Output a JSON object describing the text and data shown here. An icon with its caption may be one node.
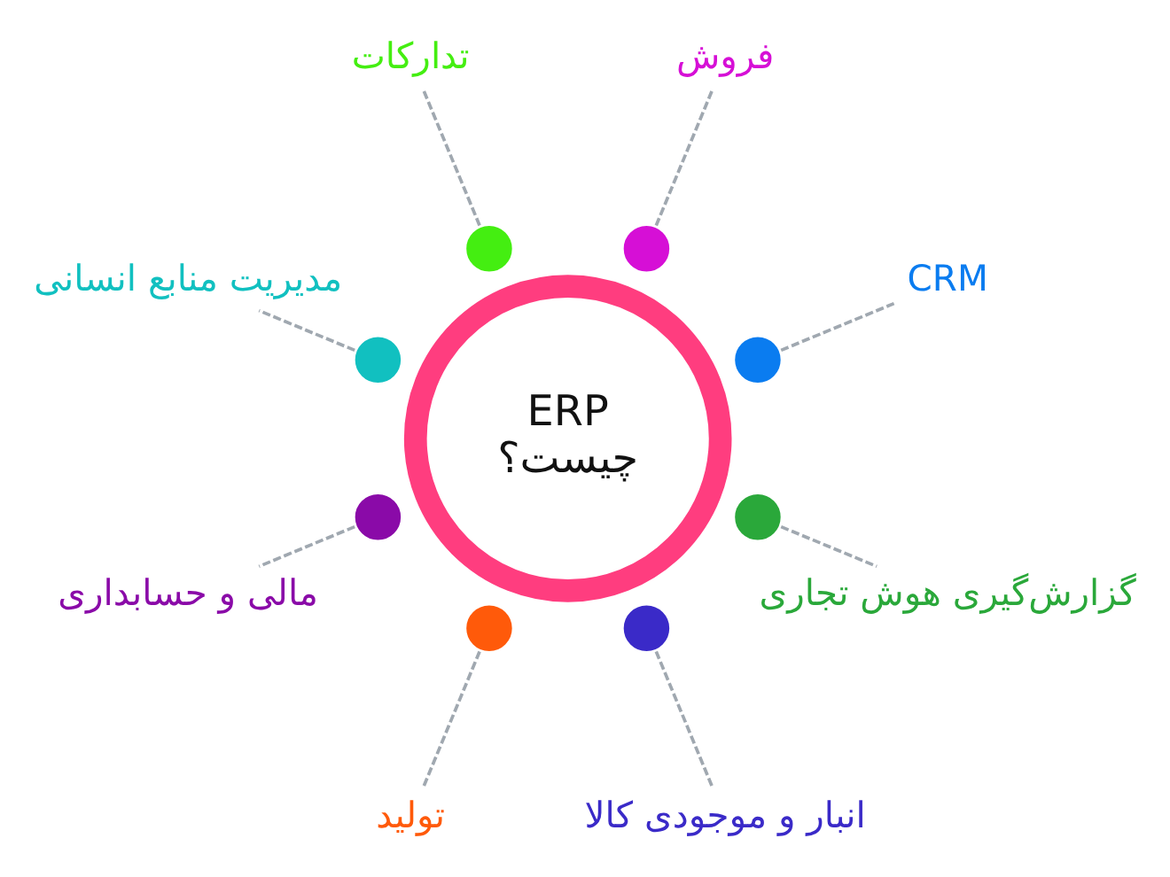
{
  "diagram": {
    "nodes": [
      {
        "text": [
          "ERP",
          "چیست؟"
        ]
      },
      {
        "text": [],
        "shape": "circle"
      },
      {
        "text": [],
        "shape": "circle"
      },
      {
        "text": [],
        "shape": "circle"
      },
      {
        "text": [],
        "shape": "circle"
      },
      {
        "text": [],
        "shape": "circle"
      },
      {
        "text": [],
        "shape": "circle"
      },
      {
        "text": [],
        "shape": "circle"
      },
      {
        "text": [],
        "shape": "circle"
      },
      {
        "text": [
          "CRM"
        ]
      },
      {
        "text": [
          "فروش"
        ]
      },
      {
        "text": [
          "تدارکات"
        ]
      },
      {
        "text": [
          "مدیریت منابع انسانی"
        ]
      },
      {
        "text": [
          "مالی و حسابداری"
        ]
      },
      {
        "text": [
          "تولید"
        ]
      },
      {
        "text": [
          "انبار و موجودی کالا"
        ]
      },
      {
        "text": [
          "گزارش‌گیری هوش تجاری"
        ]
      }
    ],
    "edges": [
      {
        "from": 1,
        "to": 9,
        "arrow": "none",
        "style": "dashed"
      },
      {
        "from": 2,
        "to": 10,
        "arrow": "none",
        "style": "dashed"
      },
      {
        "from": 3,
        "to": 11,
        "arrow": "none",
        "style": "dashed"
      },
      {
        "from": 4,
        "to": 12,
        "arrow": "none",
        "style": "dashed"
      },
      {
        "from": 5,
        "to": 13,
        "arrow": "none",
        "style": "dashed"
      },
      {
        "from": 6,
        "to": 14,
        "arrow": "none",
        "style": "dashed"
      },
      {
        "from": 7,
        "to": 15,
        "arrow": "none",
        "style": "dashed"
      },
      {
        "from": 8,
        "to": 16,
        "arrow": "none",
        "style": "dashed"
      }
    ]
  }
}
